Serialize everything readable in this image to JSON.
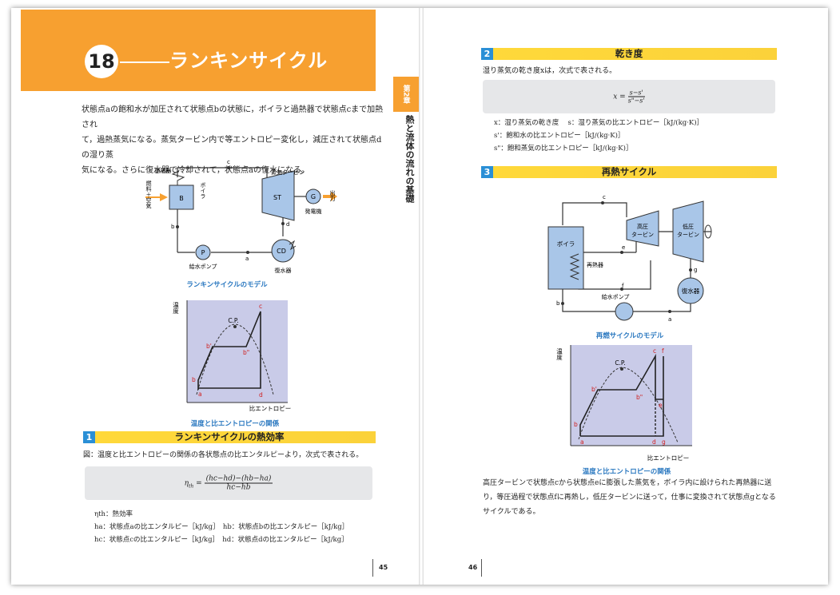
{
  "left_page": {
    "chapter_number": "18",
    "chapter_title": "ランキンサイクル",
    "intro_lines": [
      "状態点aの飽和水が加圧されて状態点bの状態に，ボイラと過熱器で状態点cまで加熱され",
      "て，過熱蒸気になる。蒸気タービン内で等エントロピー変化し，減圧されて状態点dの湿り蒸",
      "気になる。さらに復水器で冷却されて，状態点aの復水になる。"
    ],
    "diagram1": {
      "superheater": "過熱器",
      "boiler": "ボイラ",
      "fuel_air": "燃料＋空気",
      "turbine_label": "蒸気タービン",
      "st": "ST",
      "gen": "G",
      "generator": "発電機",
      "output": "出力",
      "cd": "CD",
      "condenser": "復水器",
      "pump_p": "P",
      "feed_pump": "給水ポンプ",
      "b_box": "B",
      "pt_a": "a",
      "pt_b": "b",
      "pt_c": "c",
      "pt_d": "d",
      "caption": "ランキンサイクルのモデル"
    },
    "ts1": {
      "ylabel": "温度",
      "xlabel": "比エントロピー",
      "cp": "C.P.",
      "pt_a": "a",
      "pt_b": "b",
      "pt_b1": "b'",
      "pt_b2": "b\"",
      "pt_c": "c",
      "pt_d": "d",
      "caption": "温度と比エントロピーの関係"
    },
    "section1": {
      "num": "1",
      "title": "ランキンサイクルの熱効率"
    },
    "section1_text": "図：温度と比エントロピーの関係の各状態点の比エンタルピーより，次式で表される。",
    "formula1_lhs": "η",
    "formula1_sub": "th",
    "formula1_eq": "=",
    "formula1_num": "(hc−hd)−(hb−ha)",
    "formula1_den": "hc−hb",
    "defs1": [
      "ηth：熱効率",
      "ha：状態点aの比エンタルピー［kJ/kg］　hb：状態点bの比エンタルピー［kJ/kg］",
      "hc：状態点cの比エンタルピー［kJ/kg］　hd：状態点dの比エンタルピー［kJ/kg］"
    ],
    "page_number": "45",
    "tab_chapter": "第2章",
    "tab_subtitle": "熱と流体の流れの基礎"
  },
  "right_page": {
    "section2": {
      "num": "2",
      "title": "乾き度"
    },
    "section2_text": "湿り蒸気の乾き度xは，次式で表される。",
    "formula2_lhs": "x =",
    "formula2_num": "s−s'",
    "formula2_den": "s\"−s'",
    "defs2": [
      "x：湿り蒸気の乾き度　 s：湿り蒸気の比エントロピー［kJ/(kg·K)］",
      "s'：飽和水の比エントロピー［kJ/(kg·K)］",
      "s\"：飽和蒸気の比エントロピー［kJ/(kg·K)］"
    ],
    "section3": {
      "num": "3",
      "title": "再熱サイクル"
    },
    "diagram2": {
      "boiler": "ボイラ",
      "reheater": "再熱器",
      "hp_turbine": [
        "高圧",
        "タービン"
      ],
      "lp_turbine": [
        "低圧",
        "タービン"
      ],
      "condenser": "復水器",
      "feed_pump": "給水ポンプ",
      "pt_a": "a",
      "pt_b": "b",
      "pt_c": "c",
      "pt_e": "e",
      "pt_f": "f",
      "pt_g": "g",
      "caption": "再燃サイクルのモデル"
    },
    "ts2": {
      "ylabel": "温度",
      "xlabel": "比エントロピー",
      "cp": "C.P.",
      "pt_a": "a",
      "pt_b": "b",
      "pt_b1": "b'",
      "pt_b2": "b\"",
      "pt_c": "c",
      "pt_d": "d",
      "pt_e": "e",
      "pt_f": "f",
      "pt_g": "g",
      "caption": "温度と比エントロピーの関係"
    },
    "closing_lines": [
      "高圧タービンで状態点cから状態点eに膨張した蒸気を，ボイラ内に設けられた再熱器に送",
      "り，等圧過程で状態点fに再熱し，低圧タービンに送って，仕事に変換されて状態点gとなる",
      "サイクルである。"
    ],
    "page_number": "46"
  },
  "colors": {
    "orange": "#f7a030",
    "blue": "#2a78c0",
    "yellow": "#ffd93a",
    "diagram_fill": "#a9c6e8",
    "chart_bg": "#c9cbe8"
  }
}
